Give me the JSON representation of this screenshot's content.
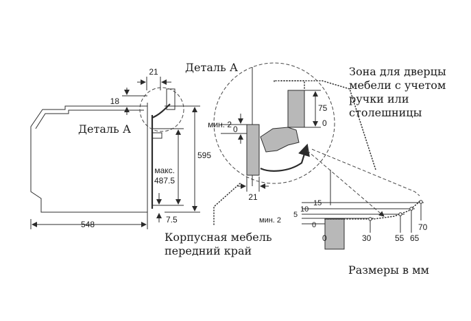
{
  "labels": {
    "detail_a_top": "Деталь А",
    "detail_a_side": "Деталь А",
    "door_zone_line1": "Зона для дверцы",
    "door_zone_line2": "мебели с учетом",
    "door_zone_line3": "ручки или",
    "door_zone_line4": "столешницы",
    "cabinet_line1": "Корпусная мебель",
    "cabinet_line2": "передний край",
    "units_note": "Размеры в мм"
  },
  "dimensions": {
    "width_548": "548",
    "top_21": "21",
    "left_18": "18",
    "height_595": "595",
    "max_label": "макс.",
    "max_value": "487.5",
    "bottom_7_5": "7.5",
    "detail_75": "75",
    "detail_0_right": "0",
    "detail_min2": "мин. 2",
    "detail_0_left": "0",
    "detail_21": "21",
    "graph_15": "15",
    "graph_10": "10",
    "graph_5": "5",
    "graph_min2": "мин. 2",
    "graph_0": "0",
    "graph_x0": "0",
    "graph_x30": "30",
    "graph_x55": "55",
    "graph_x65": "65",
    "graph_x70": "70"
  }
}
